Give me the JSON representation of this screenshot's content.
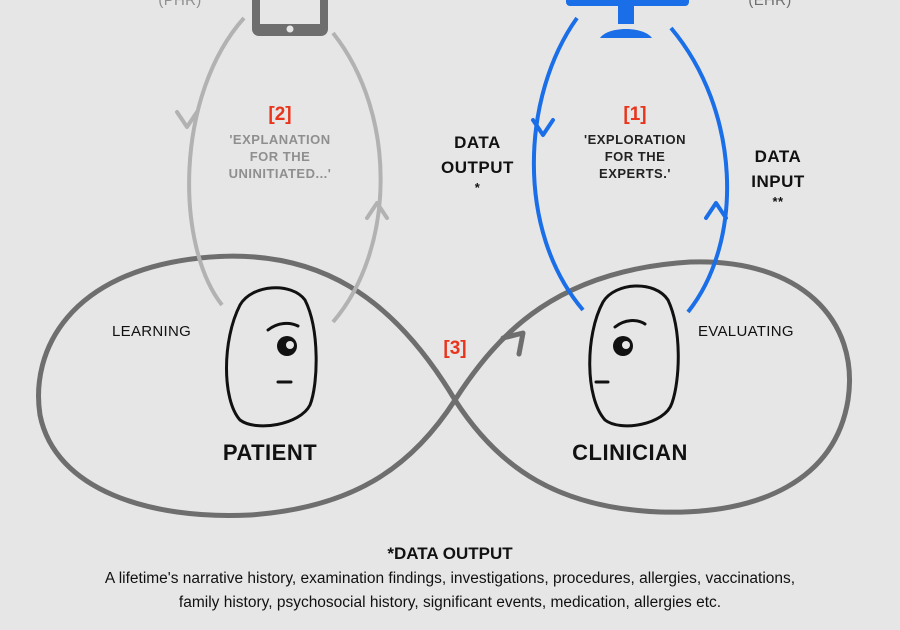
{
  "devices": {
    "phr_label": "(PHR)",
    "ehr_label": "(EHR)",
    "phone_icon": "smartphone-icon",
    "monitor_icon": "monitor-icon"
  },
  "loops": {
    "patient_loop": {
      "number": "[2]",
      "text_lines": [
        "'EXPLANATION",
        "FOR THE",
        "UNINITIATED...'"
      ]
    },
    "clinician_loop": {
      "number": "[1]",
      "text_lines": [
        "'EXPLORATION",
        "FOR THE",
        "EXPERTS.'"
      ]
    },
    "data_output": {
      "lines": [
        "DATA",
        "OUTPUT"
      ],
      "marker": "*"
    },
    "data_input": {
      "lines": [
        "DATA",
        "INPUT"
      ],
      "marker": "**"
    }
  },
  "infinity": {
    "number": "[3]",
    "left_activity": "LEARNING",
    "right_activity": "EVALUATING"
  },
  "actors": {
    "patient": "PATIENT",
    "clinician": "CLINICIAN"
  },
  "footnote": {
    "title": "*DATA OUTPUT",
    "line1": "A lifetime's narrative history, examination findings, investigations, procedures, allergies, vaccinations,",
    "line2": "family history, psychosocial history, significant events, medication, allergies etc."
  },
  "colors": {
    "background": "#e6e6e6",
    "grey_loop": "#b2b2b2",
    "blue_loop": "#1a6fe8",
    "infinity_stroke": "#6e6e6e",
    "accent_red": "#e8351c",
    "grey_text": "#8f8f8f",
    "dark_text": "#111111"
  }
}
